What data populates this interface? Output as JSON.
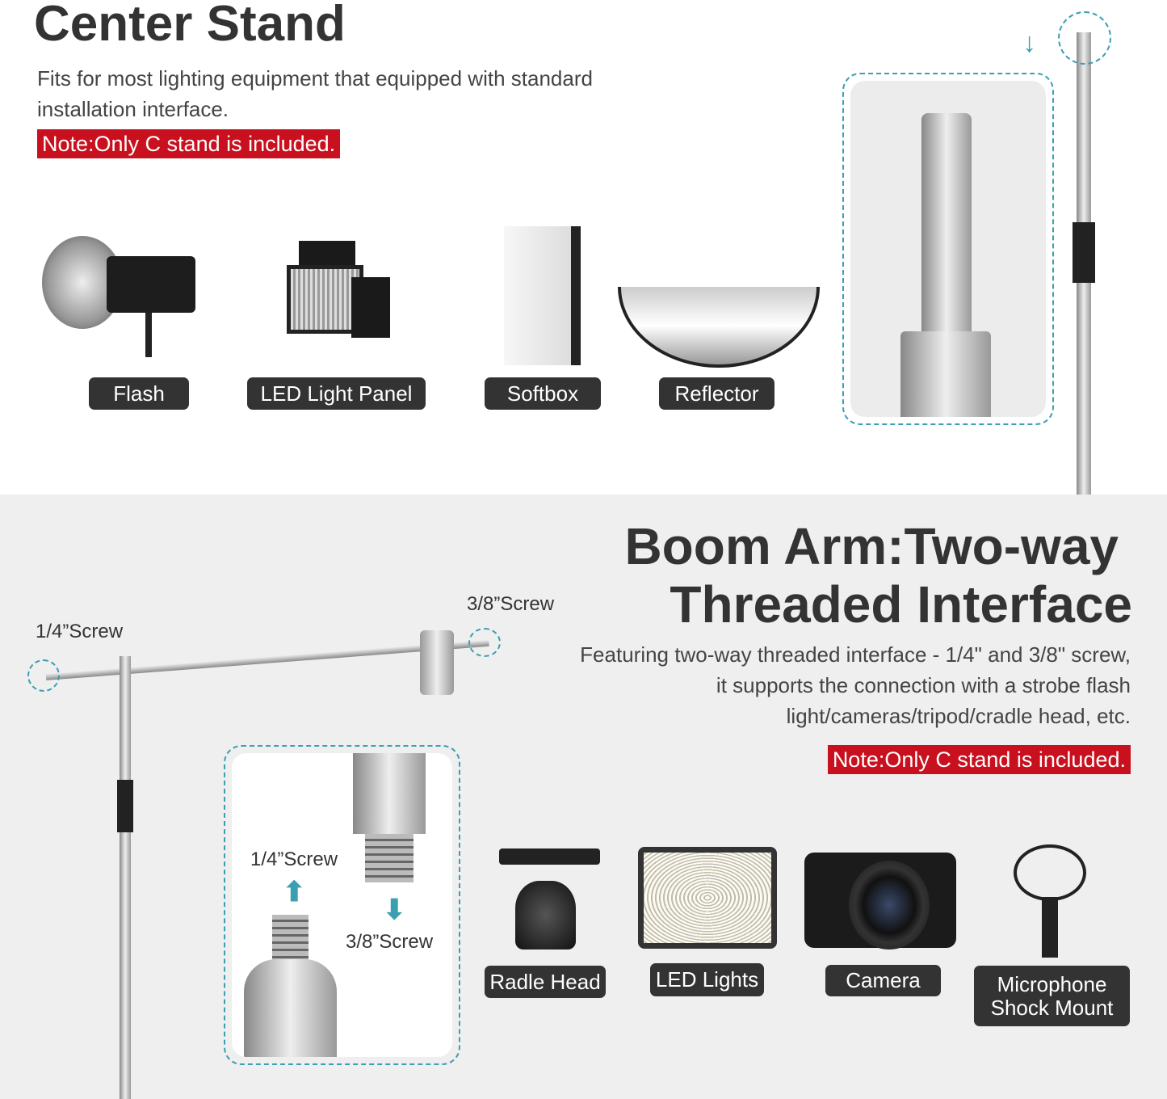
{
  "center": {
    "title": "Center Stand",
    "description": "Fits for most lighting equipment that equipped with standard installation interface.",
    "note": "Note:Only C stand is included.",
    "items": [
      "Flash",
      "LED Light Panel",
      "Softbox",
      "Reflector"
    ]
  },
  "boom": {
    "title_line1": "Boom Arm:Two-way",
    "title_line2": "Threaded Interface",
    "description": "Featuring two-way threaded interface - 1/4\" and 3/8\" screw, it supports the connection with a strobe flash light/cameras/tripod/cradle head, etc.",
    "note": "Note:Only C stand is included.",
    "screw_quarter": "1/4”Screw",
    "screw_three_eighth": "3/8”Screw",
    "items": [
      "Radle Head",
      "LED Lights",
      "Camera",
      "Microphone Shock Mount"
    ]
  },
  "colors": {
    "accent": "#3a9fb0",
    "note": "#c8101e",
    "pill": "#333333"
  }
}
